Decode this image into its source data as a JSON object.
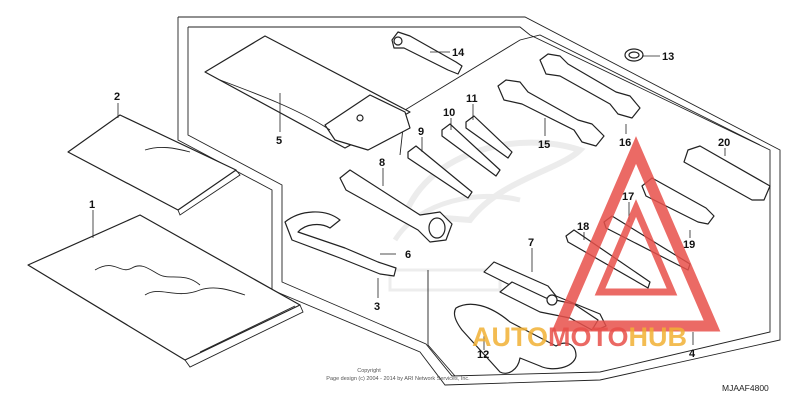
{
  "diagram": {
    "part_numbers": [
      "1",
      "2",
      "3",
      "4",
      "5",
      "6",
      "7",
      "8",
      "9",
      "10",
      "11",
      "12",
      "13",
      "14",
      "15",
      "16",
      "17",
      "18",
      "19",
      "20"
    ],
    "copyright_line1": "Copyright",
    "copyright_line2": "Page design (c) 2004 - 2014 by ARI Network Services, Inc.",
    "diagram_code": "MJAAF4800"
  },
  "watermark": {
    "text_part1": "AUTO",
    "text_part2": "MOTO",
    "text_part3": "HUB",
    "colors": {
      "triangle": "#e8504a",
      "auto": "#f2b134",
      "moto": "#e8504a",
      "hub": "#f2b134"
    }
  }
}
